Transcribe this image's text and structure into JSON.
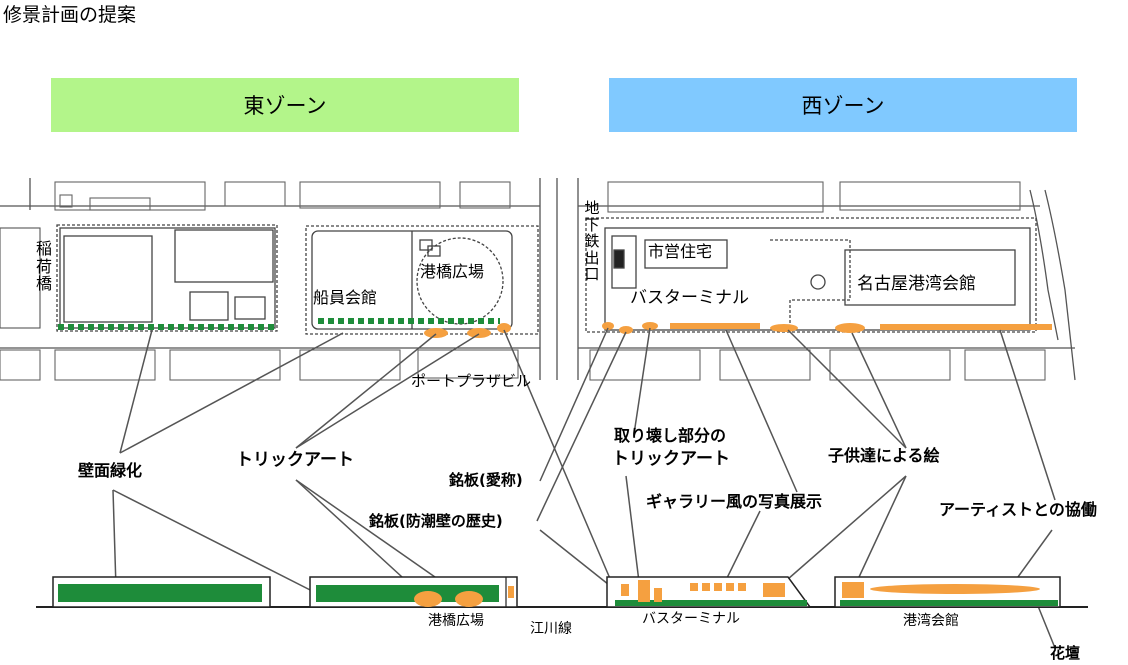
{
  "title": "修景計画の提案",
  "zones": {
    "east": {
      "label": "東ゾーン",
      "color": "#b3f58a"
    },
    "west": {
      "label": "西ゾーン",
      "color": "#80c9ff"
    }
  },
  "map_labels": {
    "inaribashi": "稲荷橋",
    "seninkaikan": "船員会館",
    "minatobashi_hiroba": "港橋広場",
    "port_plaza_bldg": "ポートプラザビル",
    "subway_exit": "地下鉄出口",
    "shiei_jutaku": "市営住宅",
    "bus_terminal": "バスターミナル",
    "nagoya_kowan_kaikan": "名古屋港湾会館"
  },
  "callouts": {
    "wall_greening": "壁面緑化",
    "trick_art": "トリックアート",
    "nameplate_nickname": "銘板(愛称)",
    "nameplate_seawall_history": "銘板(防潮壁の歴史)",
    "demolition_trick_art_line1": "取り壊し部分の",
    "demolition_trick_art_line2": "トリックアート",
    "children_paintings": "子供達による絵",
    "gallery_photo_exhibit": "ギャラリー風の写真展示",
    "artist_collab": "アーティストとの協働"
  },
  "elevation_labels": {
    "minatobashi_hiroba": "港橋広場",
    "egawa_line": "江川線",
    "bus_terminal": "バスターミナル",
    "kowan_kaikan": "港湾会館",
    "flower_bed": "花壇"
  },
  "colors": {
    "green": "#1e8c3a",
    "orange": "#f5a040",
    "gray": "#777777"
  }
}
